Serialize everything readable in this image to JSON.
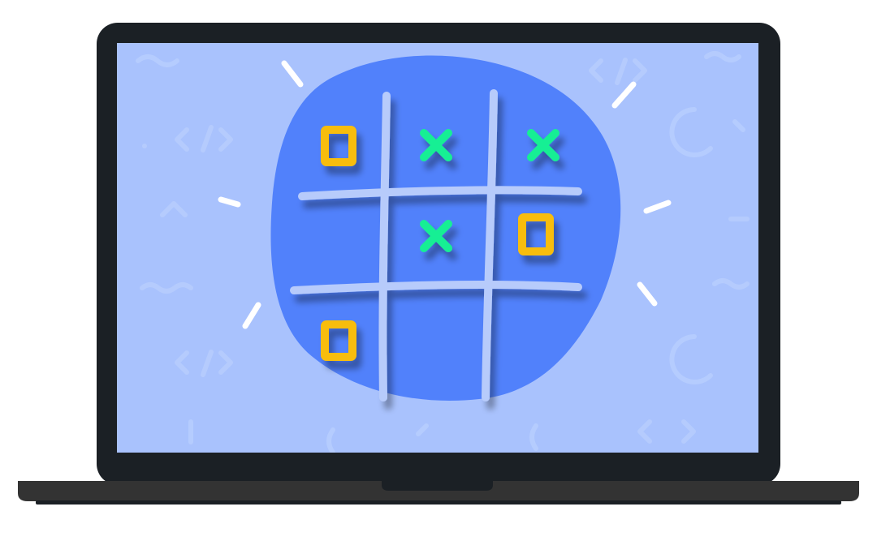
{
  "illustration": {
    "subject": "tic-tac-toe",
    "board": [
      [
        "O",
        "X",
        "X"
      ],
      [
        "",
        "X",
        "O"
      ],
      [
        "O",
        "",
        ""
      ]
    ],
    "colors": {
      "laptop_bezel": "#1b2025",
      "laptop_base": "#333333",
      "screen_background": "#a9c2fd",
      "blob": "#5181fb",
      "grid_lines": "#b7cbfb",
      "x_mark": "#17ef94",
      "o_mark": "#f8bd0c",
      "sparkles": "#ffffff"
    },
    "icons": [
      "laptop-icon",
      "x-mark-icon",
      "o-mark-icon",
      "sparkle-icon"
    ]
  }
}
